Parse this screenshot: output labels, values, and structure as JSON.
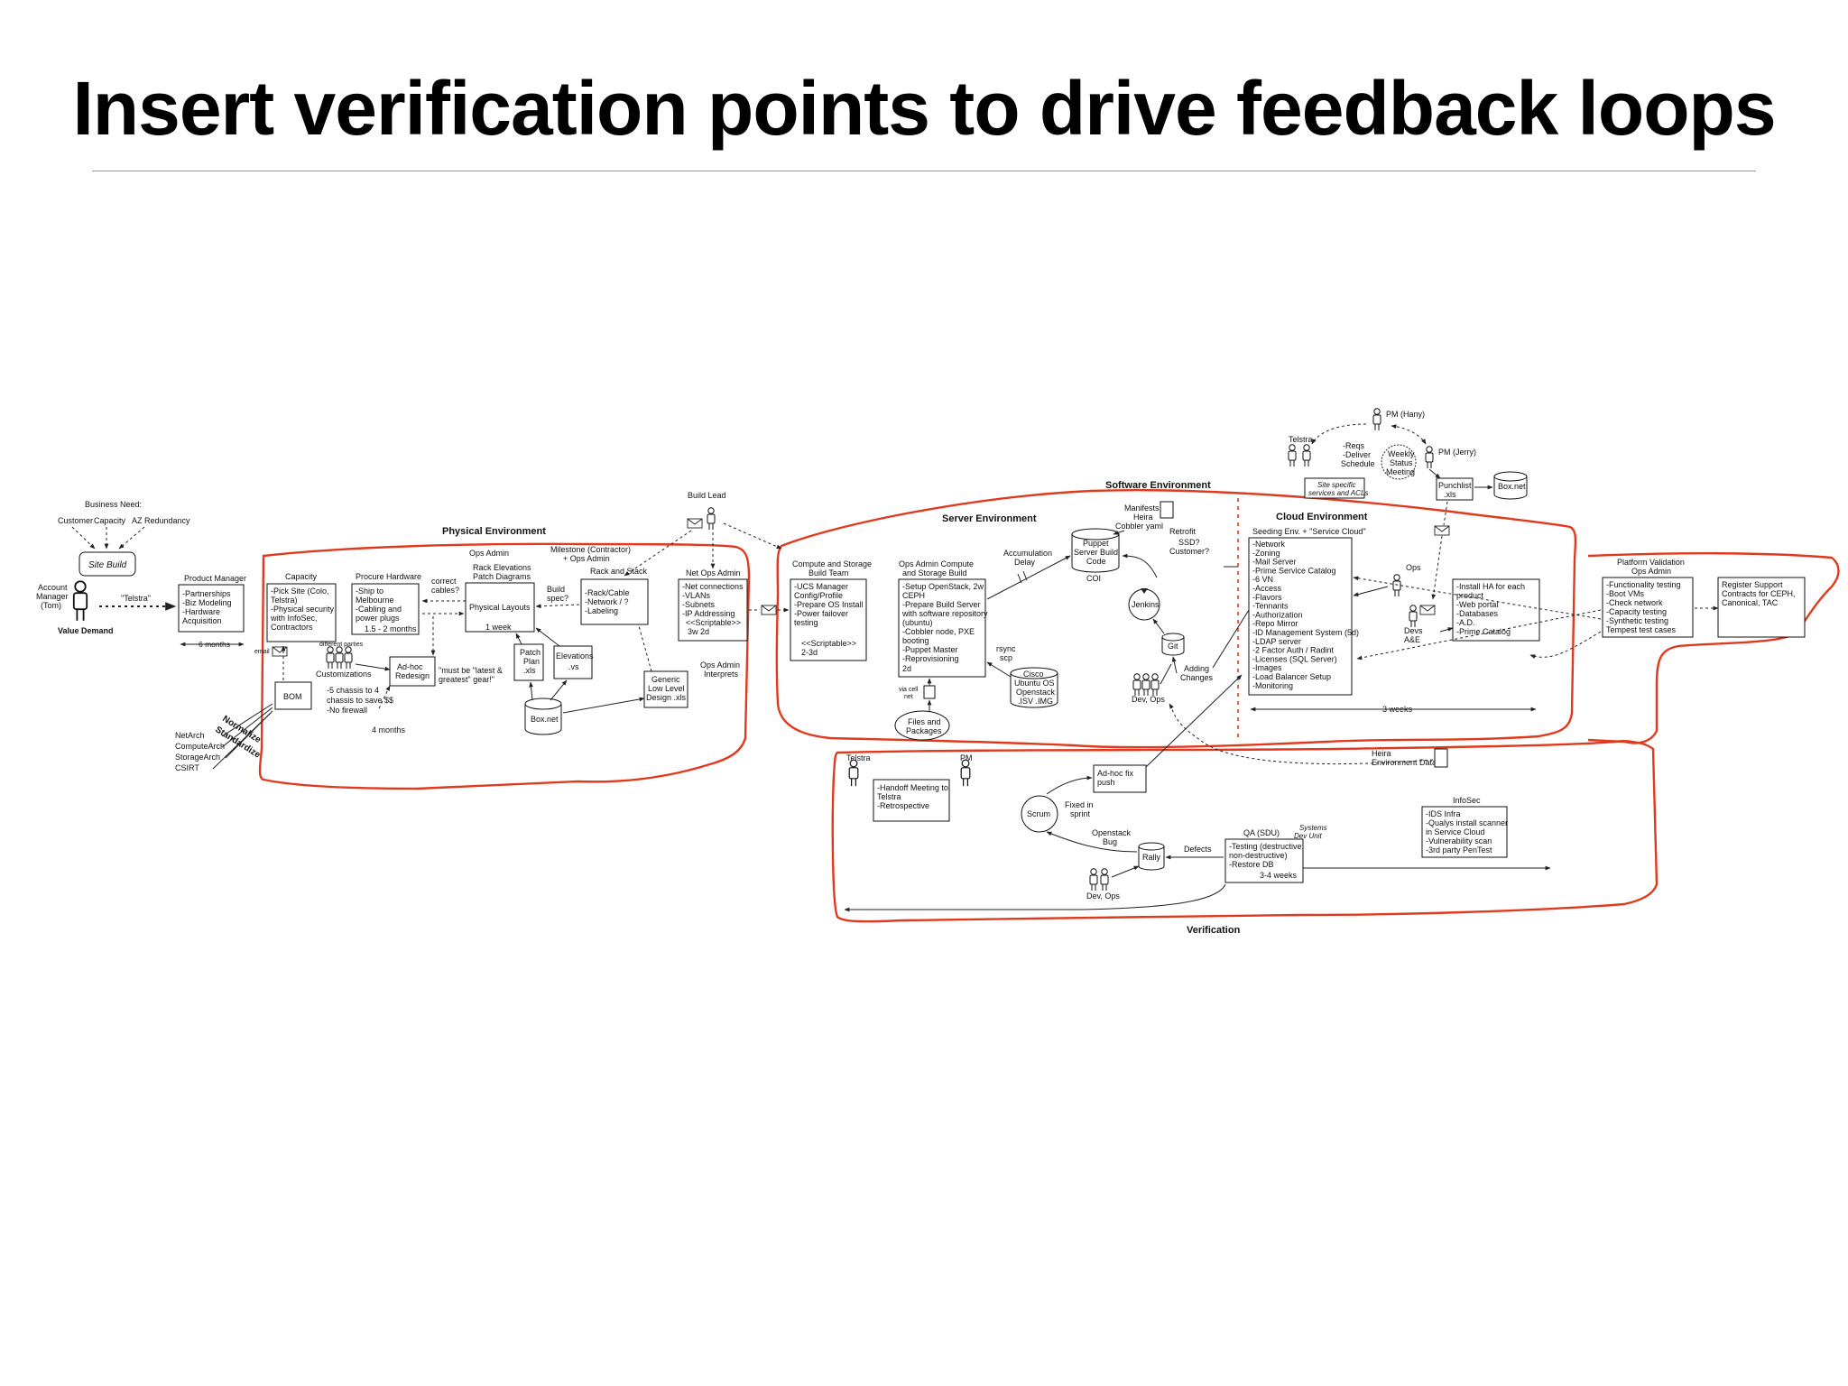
{
  "slide": {
    "title": "Insert verification points to drive feedback loops"
  },
  "regions": {
    "physical": "Physical Environment",
    "software": "Software Environment",
    "server": "Server Environment",
    "cloud": "Cloud Environment",
    "verification": "Verification"
  },
  "demand": {
    "business_need": "Business Need:",
    "needs": [
      "Customer",
      "Capacity",
      "AZ Redundancy"
    ],
    "site_build": "Site Build",
    "account_manager": [
      "Account",
      "Manager",
      "(Tom)"
    ],
    "value_demand": "Value Demand",
    "telstra_quote": "\"Telstra\""
  },
  "product_manager": {
    "title": "Product Manager",
    "items": [
      "-Partnerships",
      "-Biz Modeling",
      "-Hardware",
      "Acquisition"
    ],
    "duration": "6 months"
  },
  "capacity": {
    "title": "Capacity",
    "items": [
      "-Pick Site (Colo,",
      "Telstra)",
      "-Physical security",
      "with InfoSec,",
      "Contractors"
    ],
    "email": "email"
  },
  "procure": {
    "title": "Procure Hardware",
    "items": [
      "-Ship to",
      "Melbourne",
      "-Cabling and",
      "power plugs"
    ],
    "duration": "1.5 - 2 months",
    "question": [
      "correct",
      "cables?"
    ]
  },
  "bom": {
    "label": "BOM",
    "normalize": [
      "Normalize",
      "Standardize"
    ],
    "teams": [
      "NetArch",
      "ComputeArch",
      "StorageArch",
      "CSIRT"
    ],
    "notes": [
      "-5 chassis to 4",
      "chassis to save $$",
      "-No firewall"
    ],
    "duration": "4 months"
  },
  "customizations": {
    "parties": "different parties",
    "label": "Customizations",
    "adhoc": [
      "Ad-hoc",
      "Redesign"
    ],
    "quote": [
      "\"must be \"latest &",
      "greatest\" gear!\""
    ]
  },
  "ops_admin_physical": {
    "title": "Ops Admin",
    "sub": [
      "Rack Elevations",
      "Patch Diagrams"
    ],
    "box": "Physical Layouts",
    "duration": "1 week",
    "build_spec": [
      "Build",
      "spec?"
    ]
  },
  "docs": {
    "patch_plan": [
      "Patch",
      "Plan",
      ".xls"
    ],
    "elevations": [
      "Elevations",
      ".vs"
    ],
    "boxnet": "Box.net",
    "generic": [
      "Generic",
      "Low Level",
      "Design .xls"
    ]
  },
  "rack_stack": {
    "milestone": [
      "Milestone (Contractor)",
      "+ Ops Admin"
    ],
    "title": "Rack and Stack",
    "items": [
      "-Rack/Cable",
      "-Network / ?",
      "-Labeling"
    ]
  },
  "net_ops": {
    "build_lead": "Build Lead",
    "title": "Net Ops Admin",
    "items": [
      "-Net connections",
      "-VLANs",
      "-Subnets",
      "-IP Addressing",
      "<<Scriptable>>",
      "3w 2d"
    ],
    "interprets": [
      "Ops Admin",
      "Interprets"
    ]
  },
  "compute_team": {
    "title": [
      "Compute and Storage",
      "Build Team"
    ],
    "items": [
      "-UCS Manager",
      "Config/Profile",
      "-Prepare OS Install",
      "-Power failover",
      "testing",
      "",
      "<<Scriptable>>",
      "2-3d"
    ]
  },
  "ops_compute": {
    "title": [
      "Ops Admin Compute",
      "and Storage Build"
    ],
    "items": [
      "-Setup OpenStack,   2w",
      "CEPH",
      "-Prepare Build Server",
      "with software repository",
      "(ubuntu)",
      "-Cobbler node, PXE",
      "booting",
      "-Puppet Master",
      "-Reprovisioning",
      "2d"
    ],
    "via": [
      "via cell",
      "net"
    ],
    "files": [
      "Files and",
      "Packages"
    ]
  },
  "server_env": {
    "accumulation": [
      "Accumulation",
      "Delay"
    ],
    "manifests": [
      "Manifests",
      "Heira",
      "Cobbler yaml"
    ],
    "puppet": [
      "Puppet",
      "Server Build",
      "Code"
    ],
    "coi": "COI",
    "retrofit": [
      "Retrofit",
      "SSD?",
      "Customer?"
    ],
    "jenkins": "Jenkins",
    "git": "Git",
    "adding": [
      "Adding",
      "Changes"
    ],
    "dev_ops": "Dev, Ops",
    "rsync": [
      "rsync",
      "scp"
    ],
    "cisco": [
      "Cisco",
      "Ubuntu OS",
      "Openstack",
      ".ISV .IMG"
    ]
  },
  "cloud_env": {
    "seeding": "Seeding Env. + \"Service Cloud\"",
    "items": [
      "-Network",
      "-Zoning",
      "-Mail Server",
      "-Prime Service Catalog",
      "-6 VN",
      "-Access",
      "-Flavors",
      "-Tennants",
      "-Authorization",
      "-Repo Mirror",
      "-ID Management System (5d)",
      "-LDAP server",
      "-2 Factor Auth / Radint",
      "-Licenses (SQL Server)",
      "-Images",
      "-Load Balancer Setup",
      "-Monitoring"
    ],
    "duration": "3 weeks"
  },
  "pm_group": {
    "pm_hany": "PM (Hany)",
    "pm_jerry": "PM (Jerry)",
    "telstra": "Telstra",
    "reqs": [
      "-Reqs",
      "-Deliver",
      "Schedule"
    ],
    "weekly": [
      "Weekly",
      "Status",
      "Meeting"
    ],
    "site_specific": [
      "Site specific",
      "services and ACLs"
    ],
    "punchlist": [
      "Punchlist",
      ".xls"
    ],
    "boxnet": "Box.net",
    "ops": "Ops",
    "devs": [
      "Devs",
      "A&E"
    ],
    "ha_items": [
      "-Install HA for each",
      "product",
      "-Web portal",
      "-Databases",
      "-A.D.",
      "-Prime Catalog"
    ]
  },
  "platform": {
    "title": [
      "Platform Validation",
      "Ops Admin"
    ],
    "items": [
      "-Functionality testing",
      "-Boot VMs",
      "-Check network",
      "-Capacity testing",
      "-Synthetic testing",
      "Tempest test cases"
    ],
    "support": [
      "Register Support",
      "Contracts for CEPH,",
      "Canonical, TAC"
    ]
  },
  "verification": {
    "telstra": "Telstra",
    "pm": "PM",
    "handoff": [
      "-Handoff Meeting to",
      "Telstra",
      "-Retrospective"
    ],
    "adhoc_fix": [
      "Ad-hoc fix",
      "push"
    ],
    "scrum": "Scrum",
    "fixed": [
      "Fixed in",
      "sprint"
    ],
    "openstack_bug": [
      "Openstack",
      "Bug"
    ],
    "rally": "Rally",
    "defects": "Defects",
    "qa_title": "QA (SDU)",
    "systems_dev": [
      "Systems",
      "Dev Unit"
    ],
    "qa_items": [
      "-Testing (destructive,",
      "non-destructive)",
      "-Restore DB"
    ],
    "qa_duration": "3-4 weeks",
    "dev_ops": "Dev, Ops",
    "heira": [
      "Heira",
      "Environment Data"
    ],
    "infosec_title": "InfoSec",
    "infosec_items": [
      "-IDS Infra",
      "-Qualys install scanner",
      "in Service Cloud",
      "-Vulnerability scan",
      "-3rd party PenTest"
    ]
  }
}
